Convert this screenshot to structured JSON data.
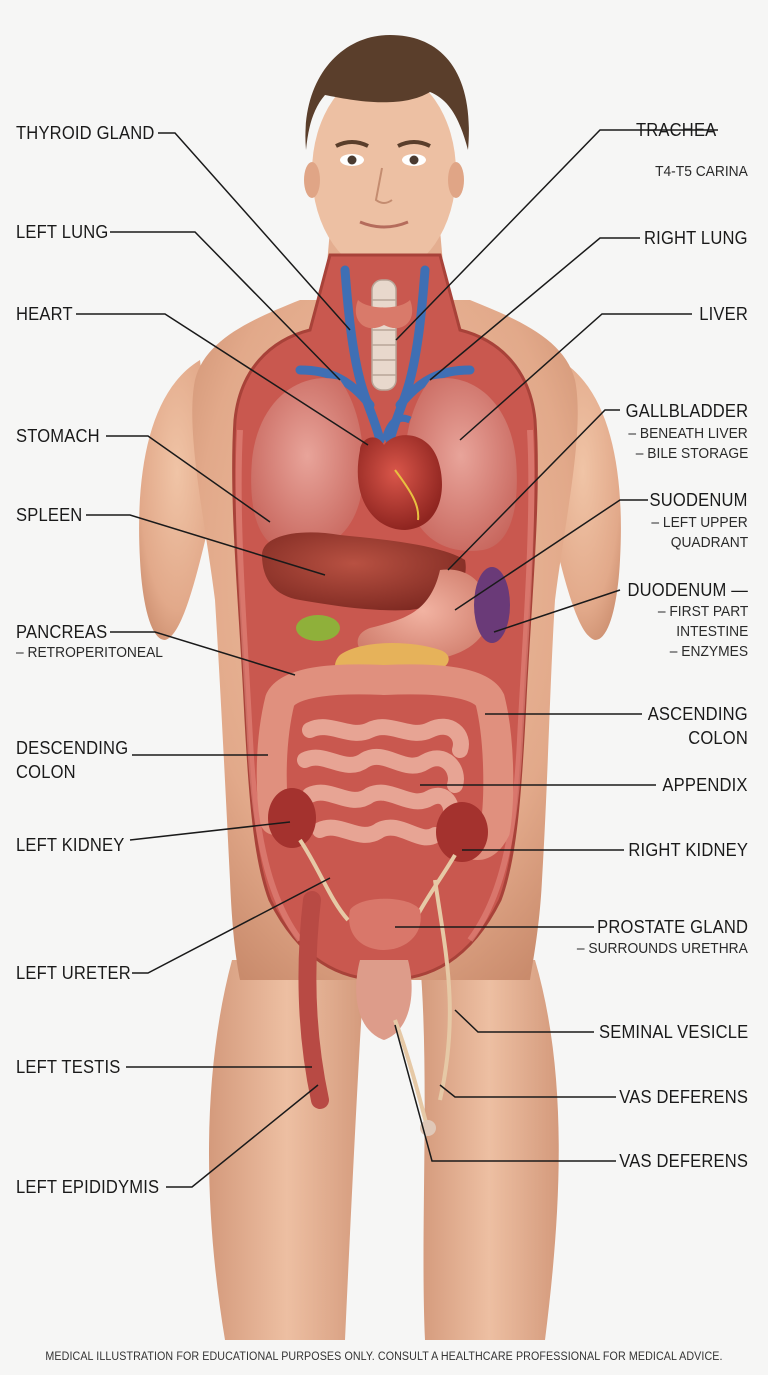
{
  "left_labels": [
    {
      "id": "thyroid-gland",
      "text": "THYROID GLAND"
    },
    {
      "id": "left-lung",
      "text": "LEFT LUNG"
    },
    {
      "id": "heart",
      "text": "HEART"
    },
    {
      "id": "stomach",
      "text": "STOMACH"
    },
    {
      "id": "spleen",
      "text": "SPLEEN"
    },
    {
      "id": "pancreas",
      "text": "PANCREAS",
      "sub": [
        "– RETROPERITONEAL"
      ]
    },
    {
      "id": "descending-colon",
      "text": "DESCENDING",
      "text2": "COLON"
    },
    {
      "id": "left-kidney",
      "text": "LEFT KIDNEY"
    },
    {
      "id": "left-ureter",
      "text": "LEFT URETER"
    },
    {
      "id": "left-testis",
      "text": "LEFT TESTIS"
    },
    {
      "id": "left-epididymis",
      "text": "LEFT EPIDIDYMIS"
    }
  ],
  "right_labels": [
    {
      "id": "trachea",
      "text": "TRACHEA",
      "sub": [
        "T4-T5 CARINA"
      ]
    },
    {
      "id": "right-lung",
      "text": "RIGHT LUNG"
    },
    {
      "id": "liver",
      "text": "LIVER"
    },
    {
      "id": "gallbladder",
      "text": "GALLBLADDER",
      "sub": [
        "– BENEATH LIVER",
        "– BILE STORAGE"
      ]
    },
    {
      "id": "suodenum",
      "text": "SUODENUM",
      "sub": [
        "– LEFT UPPER",
        "QUADRANT"
      ]
    },
    {
      "id": "duodenum",
      "text": "DUODENUM —",
      "sub": [
        "– FIRST PART",
        "INTESTINE",
        "– ENZYMES"
      ]
    },
    {
      "id": "ascending-colon",
      "text": "ASCENDING",
      "text2": "COLON"
    },
    {
      "id": "appendix",
      "text": "APPENDIX"
    },
    {
      "id": "right-kidney",
      "text": "RIGHT KIDNEY"
    },
    {
      "id": "prostate-gland",
      "text": "PROSTATE GLAND",
      "sub": [
        "– SURROUNDS URETHRA"
      ]
    },
    {
      "id": "seminal-vesicle",
      "text": "SEMINAL VESICLE"
    },
    {
      "id": "vas-deferens-1",
      "text": "VAS DEFERENS"
    },
    {
      "id": "vas-deferens-2",
      "text": "VAS  DEFERENS"
    }
  ],
  "disclaimer": "MEDICAL ILLUSTRATION FOR EDUCATIONAL PURPOSES ONLY. CONSULT A HEALTHCARE PROFESSIONAL FOR MEDICAL ADVICE.",
  "colors": {
    "background": "#f6f6f5",
    "skin": "#e8b596",
    "skin_shadow": "#c98b6c",
    "hair": "#5a3e2b",
    "muscle": "#c9584f",
    "lung": "#d98880",
    "heart": "#b8322c",
    "liver": "#9c3a2e",
    "stomach": "#e79a8a",
    "gallbladder": "#8fb03a",
    "spleen": "#6a3a78",
    "pancreas": "#e6b25a",
    "intestine": "#e59a88",
    "kidney": "#a4322e",
    "vein": "#3f6fb4",
    "line": "#1a1a1a"
  }
}
